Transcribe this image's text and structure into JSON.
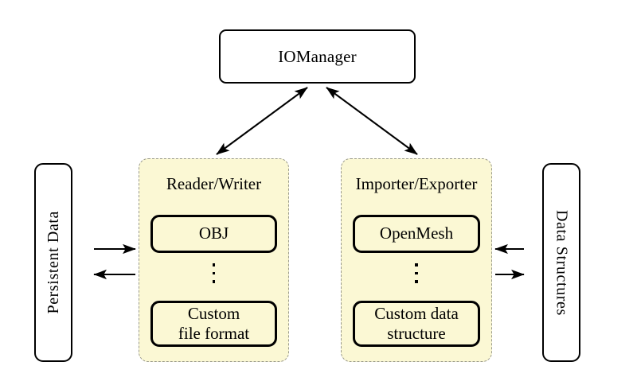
{
  "diagram": {
    "title_node": {
      "label": "IOManager"
    },
    "left_external": {
      "label": "Persistent Data"
    },
    "right_external": {
      "label": "Data Structures"
    },
    "groups": [
      {
        "id": "reader-writer",
        "title": "Reader/Writer",
        "top_item": "OBJ",
        "ellipsis": "⋮",
        "bottom_item": "Custom\nfile format"
      },
      {
        "id": "importer-exporter",
        "title": "Importer/Exporter",
        "top_item": "OpenMesh",
        "ellipsis": "⋮",
        "bottom_item": "Custom data\nstructure"
      }
    ],
    "connections": [
      {
        "name": "iomanager-to-reader-writer",
        "kind": "double-arrow"
      },
      {
        "name": "iomanager-to-importer-exporter",
        "kind": "double-arrow"
      },
      {
        "name": "persistent-data-to-reader-writer",
        "kind": "arrow-right"
      },
      {
        "name": "reader-writer-to-persistent-data",
        "kind": "arrow-left"
      },
      {
        "name": "data-structures-to-importer-exporter",
        "kind": "arrow-left"
      },
      {
        "name": "importer-exporter-to-data-structures",
        "kind": "arrow-right"
      }
    ],
    "colors": {
      "group_fill": "#fbf8d4",
      "group_border": "#9a9a8c",
      "stroke": "#000000",
      "background": "#ffffff"
    }
  }
}
